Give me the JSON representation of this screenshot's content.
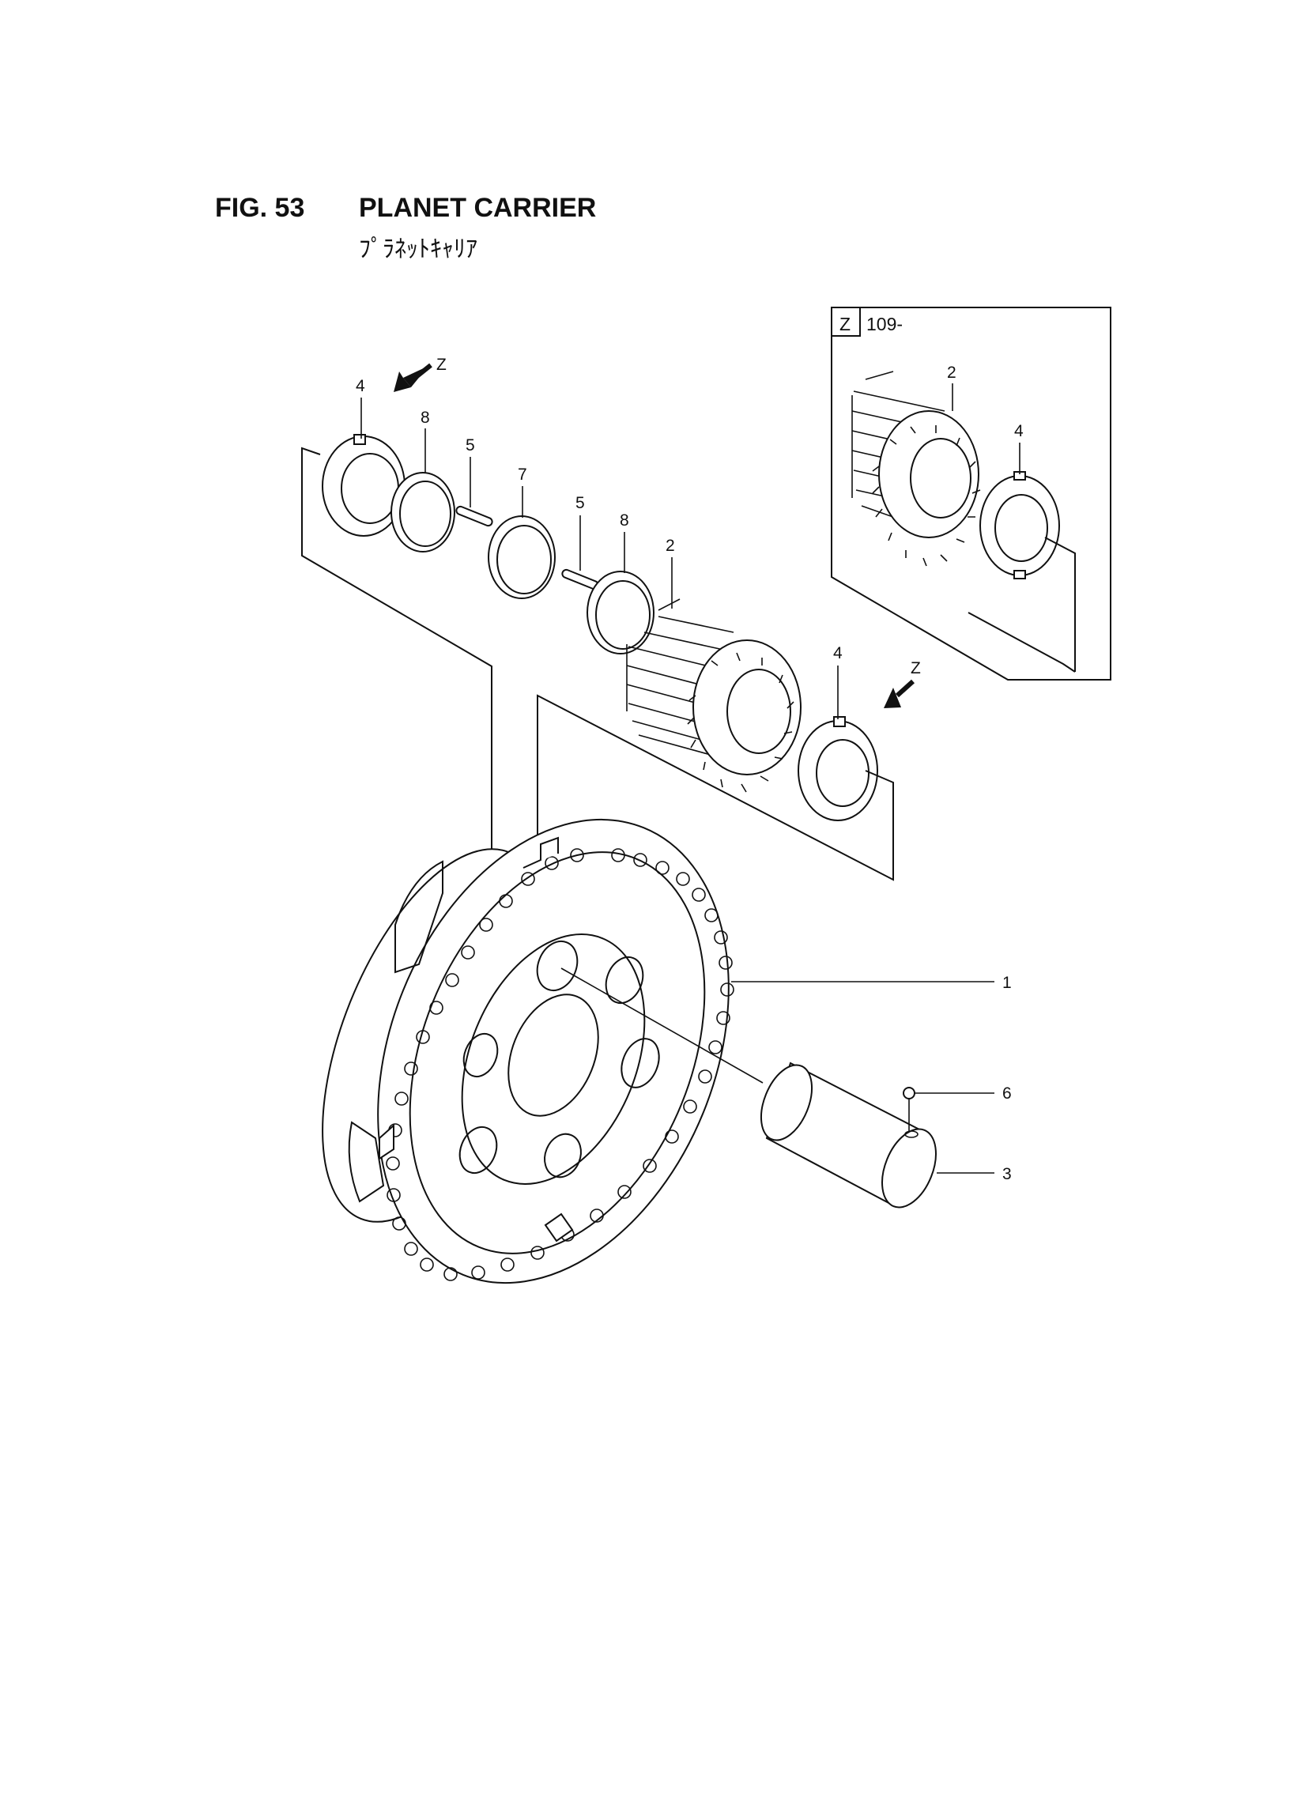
{
  "header": {
    "fig_number": "FIG. 53",
    "title": "PLANET CARRIER",
    "subtitle_jp": "ﾌﾟﾗﾈｯﾄｷｬﾘｱ"
  },
  "callouts": {
    "main": {
      "washer_left": "4",
      "ring_left": "8",
      "pin_left": "5",
      "ring_mid": "7",
      "pin_mid": "5",
      "ring_right": "8",
      "gear": "2",
      "washer_right": "4",
      "carrier": "1",
      "ball": "6",
      "shaft": "3"
    },
    "view_arrow_left": "Z",
    "view_arrow_right": "Z",
    "inset": {
      "view_letter": "Z",
      "serial_from": "109-",
      "gear": "2",
      "washer": "4"
    }
  }
}
